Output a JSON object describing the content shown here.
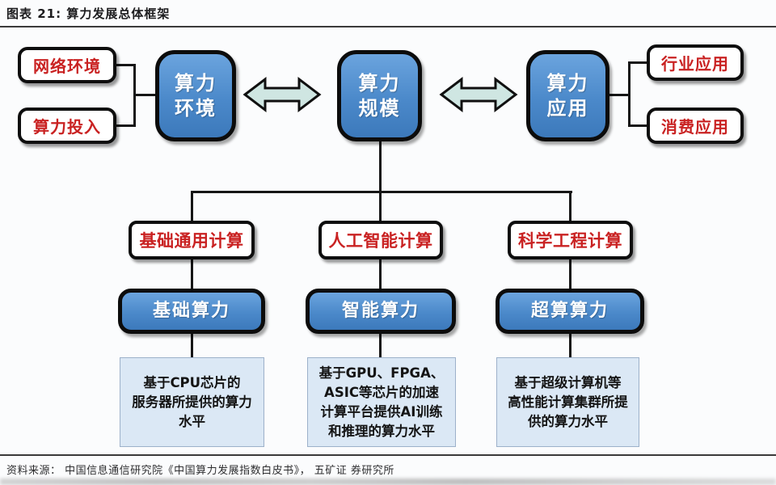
{
  "figure": {
    "title": "图表 21:  算力发展总体框架",
    "source": "资料来源：  中国信息通信研究院《中国算力发展指数白皮书》，  五矿证 券研究所"
  },
  "top_row": {
    "inputs": [
      {
        "label": "网络环境"
      },
      {
        "label": "算力投入"
      }
    ],
    "nodes": {
      "environment": {
        "line1": "算力",
        "line2": "环境"
      },
      "scale": {
        "line1": "算力",
        "line2": "规模"
      },
      "application": {
        "line1": "算力",
        "line2": "应用"
      }
    },
    "outputs": [
      {
        "label": "行业应用"
      },
      {
        "label": "消费应用"
      }
    ],
    "arrow_icon": "double-headed-arrow"
  },
  "branches": [
    {
      "category": "基础通用计算",
      "power": "基础算力",
      "desc_lines": [
        "基于CPU芯片的",
        "服务器所提供的算力",
        "水平"
      ]
    },
    {
      "category": "人工智能计算",
      "power": "智能算力",
      "desc_lines": [
        "基于GPU、FPGA、",
        "ASIC等芯片的加速",
        "计算平台提供AI训练",
        "和推理的算力水平"
      ]
    },
    {
      "category": "科学工程计算",
      "power": "超算算力",
      "desc_lines": [
        "基于超级计算机等",
        "高性能计算集群所提",
        "供的算力水平"
      ]
    }
  ],
  "colors": {
    "node_blue_top": "#6ba4de",
    "node_blue_bottom": "#3c79bb",
    "arrow_fill": "#cfe6e2",
    "red_text": "#c92222",
    "desc_bg": "#dbe8f5",
    "line_black": "#161616"
  }
}
